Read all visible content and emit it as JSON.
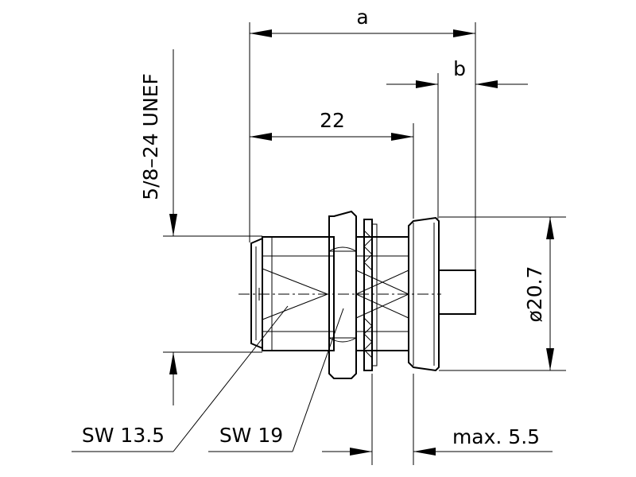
{
  "labels": {
    "dim_a": "a",
    "dim_b": "b",
    "dim_22": "22",
    "thread": "5/8–24 UNEF",
    "diameter": "ø20.7",
    "sw_135": "SW 13.5",
    "sw_19": "SW 19",
    "max_55": "max. 5.5"
  }
}
